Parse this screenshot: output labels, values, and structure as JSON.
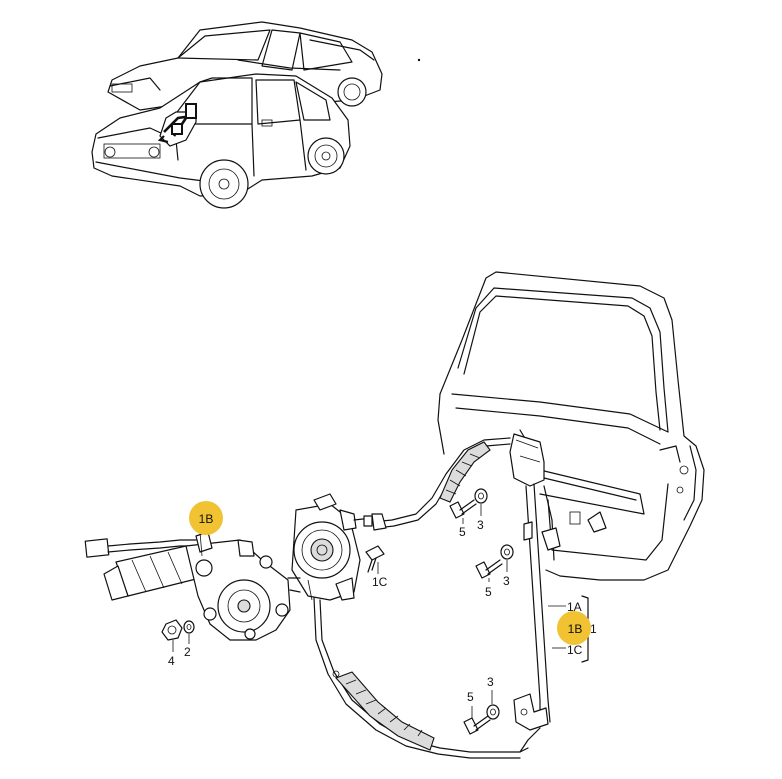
{
  "callouts": [
    {
      "id": "c-1B-motor",
      "text": "1B",
      "highlighted": true
    },
    {
      "id": "c-1B-bracket",
      "text": "1B",
      "highlighted": true
    },
    {
      "id": "c-1A",
      "text": "1A",
      "highlighted": false
    },
    {
      "id": "c-1C-bracket",
      "text": "1C",
      "highlighted": false
    },
    {
      "id": "c-1",
      "text": "1",
      "highlighted": false
    },
    {
      "id": "c-1C-bolt",
      "text": "1C",
      "highlighted": false
    },
    {
      "id": "c-2",
      "text": "2",
      "highlighted": false
    },
    {
      "id": "c-4",
      "text": "4",
      "highlighted": false
    },
    {
      "id": "c-3-top",
      "text": "3",
      "highlighted": false
    },
    {
      "id": "c-5-top",
      "text": "5",
      "highlighted": false
    },
    {
      "id": "c-3-mid",
      "text": "3",
      "highlighted": false
    },
    {
      "id": "c-5-mid",
      "text": "5",
      "highlighted": false
    },
    {
      "id": "c-3-bot",
      "text": "3",
      "highlighted": false
    },
    {
      "id": "c-5-bot",
      "text": "5",
      "highlighted": false
    }
  ],
  "colors": {
    "highlight": "#f1c232",
    "line": "#111111",
    "background": "#ffffff"
  }
}
